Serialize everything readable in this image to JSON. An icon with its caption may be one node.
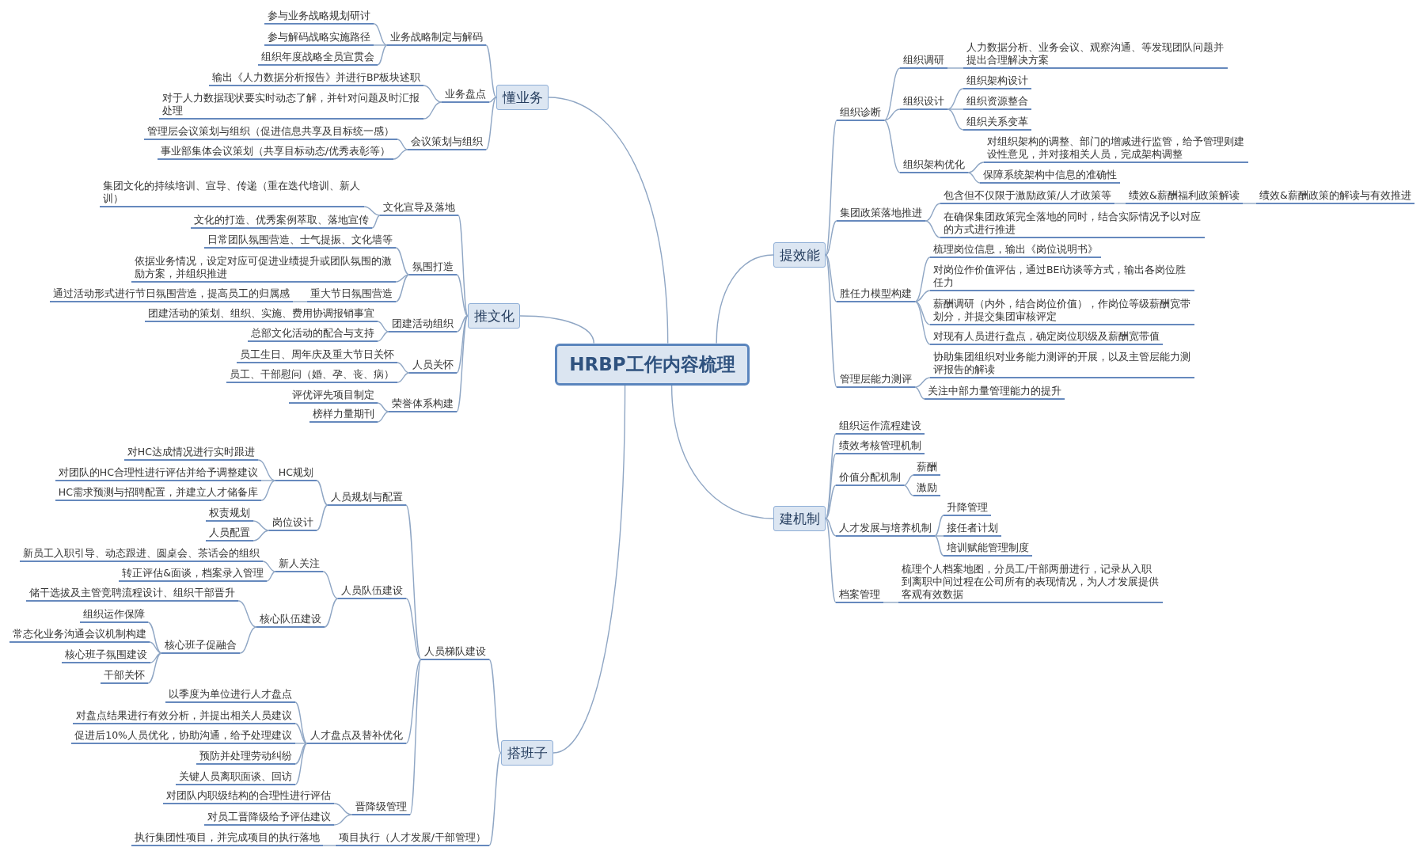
{
  "diagram": {
    "nodes": [
      {
        "text": [
          "HRBP工作内容梳理"
        ]
      },
      {
        "text": [
          "懂业务"
        ]
      },
      {
        "text": [
          "业务战略制定与解码"
        ]
      },
      {
        "text": [
          "参与业务战略规划研讨"
        ]
      },
      {
        "text": [
          "参与解码战略实施路径"
        ]
      },
      {
        "text": [
          "组织年度战略全员宣贯会"
        ]
      },
      {
        "text": [
          "业务盘点"
        ]
      },
      {
        "text": [
          "输出《人力数据分析报告》并进行BP板块述职"
        ]
      },
      {
        "text": [
          "对于人力数据现状要实时动态了解，并针对问题及时汇报处理"
        ]
      },
      {
        "text": [
          "会议策划与组织"
        ]
      },
      {
        "text": [
          "管理层会议策划与组织（促进信息共享及目标统一感）"
        ]
      },
      {
        "text": [
          "事业部集体会议策划（共享目标动态/优秀表彰等）"
        ]
      },
      {
        "text": [
          "推文化"
        ]
      },
      {
        "text": [
          "文化宣导及落地"
        ]
      },
      {
        "text": [
          "集团文化的持续培训、宣导、传递（重在迭代培训、新人训）"
        ]
      },
      {
        "text": [
          "文化的打造、优秀案例萃取、落地宣传"
        ]
      },
      {
        "text": [
          "氛围打造"
        ]
      },
      {
        "text": [
          "日常团队氛围营造、士气提振、文化墙等"
        ]
      },
      {
        "text": [
          "依据业务情况，设定对应可促进业绩提升或团队氛围的激励方案，并组织推进"
        ]
      },
      {
        "text": [
          "重大节日氛围营造"
        ]
      },
      {
        "text": [
          "通过活动形式进行节日氛围营造，提高员工的归属感"
        ]
      },
      {
        "text": [
          "团建活动组织"
        ]
      },
      {
        "text": [
          "团建活动的策划、组织、实施、费用协调报销事宜"
        ]
      },
      {
        "text": [
          "总部文化活动的配合与支持"
        ]
      },
      {
        "text": [
          "人员关怀"
        ]
      },
      {
        "text": [
          "员工生日、周年庆及重大节日关怀"
        ]
      },
      {
        "text": [
          "员工、干部慰问（婚、孕、丧、病）"
        ]
      },
      {
        "text": [
          "荣誉体系构建"
        ]
      },
      {
        "text": [
          "评优评先项目制定"
        ]
      },
      {
        "text": [
          "榜样力量期刊"
        ]
      },
      {
        "text": [
          "搭班子"
        ]
      },
      {
        "text": [
          "人员梯队建设"
        ]
      },
      {
        "text": [
          "人员规划与配置"
        ]
      },
      {
        "text": [
          "HC规划"
        ]
      },
      {
        "text": [
          "对HC达成情况进行实时跟进"
        ]
      },
      {
        "text": [
          "对团队的HC合理性进行评估并给予调整建议"
        ]
      },
      {
        "text": [
          "HC需求预测与招聘配置，并建立人才储备库"
        ]
      },
      {
        "text": [
          "岗位设计"
        ]
      },
      {
        "text": [
          "权责规划"
        ]
      },
      {
        "text": [
          "人员配置"
        ]
      },
      {
        "text": [
          "人员队伍建设"
        ]
      },
      {
        "text": [
          "新人关注"
        ]
      },
      {
        "text": [
          "新员工入职引导、动态跟进、圆桌会、茶话会的组织"
        ]
      },
      {
        "text": [
          "转正评估&面谈，档案录入管理"
        ]
      },
      {
        "text": [
          "核心队伍建设"
        ]
      },
      {
        "text": [
          "储干选拔及主管竞聘流程设计、组织干部晋升"
        ]
      },
      {
        "text": [
          "核心班子促融合"
        ]
      },
      {
        "text": [
          "组织运作保障"
        ]
      },
      {
        "text": [
          "常态化业务沟通会议机制构建"
        ]
      },
      {
        "text": [
          "核心班子氛围建设"
        ]
      },
      {
        "text": [
          "干部关怀"
        ]
      },
      {
        "text": [
          "人才盘点及替补优化"
        ]
      },
      {
        "text": [
          "以季度为单位进行人才盘点"
        ]
      },
      {
        "text": [
          "对盘点结果进行有效分析，并提出相关人员建议"
        ]
      },
      {
        "text": [
          "促进后10%人员优化，协助沟通，给予处理建议"
        ]
      },
      {
        "text": [
          "预防并处理劳动纠纷"
        ]
      },
      {
        "text": [
          "关键人员离职面谈、回访"
        ]
      },
      {
        "text": [
          "晋降级管理"
        ]
      },
      {
        "text": [
          "对团队内职级结构的合理性进行评估"
        ]
      },
      {
        "text": [
          "对员工晋降级给予评估建议"
        ]
      },
      {
        "text": [
          "项目执行（人才发展/干部管理）"
        ]
      },
      {
        "text": [
          "执行集团性项目，并完成项目的执行落地"
        ]
      },
      {
        "text": [
          "提效能"
        ]
      },
      {
        "text": [
          "组织诊断"
        ]
      },
      {
        "text": [
          "组织调研"
        ]
      },
      {
        "text": [
          "人力数据分析、业务会议、观察沟通、等发现团队问题并提出合理解决方案"
        ]
      },
      {
        "text": [
          "组织设计"
        ]
      },
      {
        "text": [
          "组织架构设计"
        ]
      },
      {
        "text": [
          "组织资源整合"
        ]
      },
      {
        "text": [
          "组织关系变革"
        ]
      },
      {
        "text": [
          "组织架构优化"
        ]
      },
      {
        "text": [
          "对组织架构的调整、部门的增减进行监管，给予管理则建设性意见，并对接相关人员，完成架构调整"
        ]
      },
      {
        "text": [
          "保障系统架构中信息的准确性"
        ]
      },
      {
        "text": [
          "集团政策落地推进"
        ]
      },
      {
        "text": [
          "包含但不仅限于激励政策/人才政策等"
        ]
      },
      {
        "text": [
          "绩效&薪酬福利政策解读"
        ]
      },
      {
        "text": [
          "绩效&薪酬政策的解读与有效推进"
        ]
      },
      {
        "text": [
          "在确保集团政策完全落地的同时，结合实际情况予以对应的方式进行推进"
        ]
      },
      {
        "text": [
          "胜任力模型构建"
        ]
      },
      {
        "text": [
          "梳理岗位信息，输出《岗位说明书》"
        ]
      },
      {
        "text": [
          "对岗位作价值评估，通过BEI访谈等方式，输出各岗位胜任力"
        ]
      },
      {
        "text": [
          "薪酬调研（内外，结合岗位价值），作岗位等级薪酬宽带划分，并提交集团审核评定"
        ]
      },
      {
        "text": [
          "对现有人员进行盘点，确定岗位职级及薪酬宽带值"
        ]
      },
      {
        "text": [
          "管理层能力测评"
        ]
      },
      {
        "text": [
          "协助集团组织对业务能力测评的开展，以及主管层能力测评报告的解读"
        ]
      },
      {
        "text": [
          "关注中部力量管理能力的提升"
        ]
      },
      {
        "text": [
          "建机制"
        ]
      },
      {
        "text": [
          "组织运作流程建设"
        ]
      },
      {
        "text": [
          "绩效考核管理机制"
        ]
      },
      {
        "text": [
          "价值分配机制"
        ]
      },
      {
        "text": [
          "薪酬"
        ]
      },
      {
        "text": [
          "激励"
        ]
      },
      {
        "text": [
          "人才发展与培养机制"
        ]
      },
      {
        "text": [
          "升降管理"
        ]
      },
      {
        "text": [
          "接任者计划"
        ]
      },
      {
        "text": [
          "培训赋能管理制度"
        ]
      },
      {
        "text": [
          "档案管理"
        ]
      },
      {
        "text": [
          "梳理个人档案地图，分员工/干部两册进行，记录从入职到离职中间过程在公司所有的表现情况，为人才发展提供客观有效数据"
        ]
      }
    ],
    "edges": [
      {
        "from": 0,
        "to": 1,
        "arrow": "none"
      },
      {
        "from": 1,
        "to": 2,
        "arrow": "none"
      },
      {
        "from": 2,
        "to": 3,
        "arrow": "none"
      },
      {
        "from": 2,
        "to": 4,
        "arrow": "none"
      },
      {
        "from": 2,
        "to": 5,
        "arrow": "none"
      },
      {
        "from": 1,
        "to": 6,
        "arrow": "none"
      },
      {
        "from": 6,
        "to": 7,
        "arrow": "none"
      },
      {
        "from": 6,
        "to": 8,
        "arrow": "none"
      },
      {
        "from": 1,
        "to": 9,
        "arrow": "none"
      },
      {
        "from": 9,
        "to": 10,
        "arrow": "none"
      },
      {
        "from": 9,
        "to": 11,
        "arrow": "none"
      },
      {
        "from": 0,
        "to": 12,
        "arrow": "none"
      },
      {
        "from": 12,
        "to": 13,
        "arrow": "none"
      },
      {
        "from": 13,
        "to": 14,
        "arrow": "none"
      },
      {
        "from": 13,
        "to": 15,
        "arrow": "none"
      },
      {
        "from": 12,
        "to": 16,
        "arrow": "none"
      },
      {
        "from": 16,
        "to": 17,
        "arrow": "none"
      },
      {
        "from": 16,
        "to": 18,
        "arrow": "none"
      },
      {
        "from": 16,
        "to": 19,
        "arrow": "none"
      },
      {
        "from": 19,
        "to": 20,
        "arrow": "none"
      },
      {
        "from": 12,
        "to": 21,
        "arrow": "none"
      },
      {
        "from": 21,
        "to": 22,
        "arrow": "none"
      },
      {
        "from": 21,
        "to": 23,
        "arrow": "none"
      },
      {
        "from": 12,
        "to": 24,
        "arrow": "none"
      },
      {
        "from": 24,
        "to": 25,
        "arrow": "none"
      },
      {
        "from": 24,
        "to": 26,
        "arrow": "none"
      },
      {
        "from": 12,
        "to": 27,
        "arrow": "none"
      },
      {
        "from": 27,
        "to": 28,
        "arrow": "none"
      },
      {
        "from": 27,
        "to": 29,
        "arrow": "none"
      },
      {
        "from": 0,
        "to": 30,
        "arrow": "none"
      },
      {
        "from": 30,
        "to": 31,
        "arrow": "none"
      },
      {
        "from": 31,
        "to": 32,
        "arrow": "none"
      },
      {
        "from": 32,
        "to": 33,
        "arrow": "none"
      },
      {
        "from": 33,
        "to": 34,
        "arrow": "none"
      },
      {
        "from": 33,
        "to": 35,
        "arrow": "none"
      },
      {
        "from": 33,
        "to": 36,
        "arrow": "none"
      },
      {
        "from": 32,
        "to": 37,
        "arrow": "none"
      },
      {
        "from": 37,
        "to": 38,
        "arrow": "none"
      },
      {
        "from": 37,
        "to": 39,
        "arrow": "none"
      },
      {
        "from": 31,
        "to": 40,
        "arrow": "none"
      },
      {
        "from": 40,
        "to": 41,
        "arrow": "none"
      },
      {
        "from": 41,
        "to": 42,
        "arrow": "none"
      },
      {
        "from": 41,
        "to": 43,
        "arrow": "none"
      },
      {
        "from": 40,
        "to": 44,
        "arrow": "none"
      },
      {
        "from": 44,
        "to": 45,
        "arrow": "none"
      },
      {
        "from": 44,
        "to": 46,
        "arrow": "none"
      },
      {
        "from": 46,
        "to": 47,
        "arrow": "none"
      },
      {
        "from": 46,
        "to": 48,
        "arrow": "none"
      },
      {
        "from": 46,
        "to": 49,
        "arrow": "none"
      },
      {
        "from": 46,
        "to": 50,
        "arrow": "none"
      },
      {
        "from": 31,
        "to": 51,
        "arrow": "none"
      },
      {
        "from": 51,
        "to": 52,
        "arrow": "none"
      },
      {
        "from": 51,
        "to": 53,
        "arrow": "none"
      },
      {
        "from": 51,
        "to": 54,
        "arrow": "none"
      },
      {
        "from": 51,
        "to": 55,
        "arrow": "none"
      },
      {
        "from": 51,
        "to": 56,
        "arrow": "none"
      },
      {
        "from": 31,
        "to": 57,
        "arrow": "none"
      },
      {
        "from": 57,
        "to": 58,
        "arrow": "none"
      },
      {
        "from": 57,
        "to": 59,
        "arrow": "none"
      },
      {
        "from": 30,
        "to": 60,
        "arrow": "none"
      },
      {
        "from": 60,
        "to": 61,
        "arrow": "none"
      },
      {
        "from": 0,
        "to": 62,
        "arrow": "none"
      },
      {
        "from": 62,
        "to": 63,
        "arrow": "none"
      },
      {
        "from": 63,
        "to": 64,
        "arrow": "none"
      },
      {
        "from": 64,
        "to": 65,
        "arrow": "none"
      },
      {
        "from": 63,
        "to": 66,
        "arrow": "none"
      },
      {
        "from": 66,
        "to": 67,
        "arrow": "none"
      },
      {
        "from": 66,
        "to": 68,
        "arrow": "none"
      },
      {
        "from": 66,
        "to": 69,
        "arrow": "none"
      },
      {
        "from": 63,
        "to": 70,
        "arrow": "none"
      },
      {
        "from": 70,
        "to": 71,
        "arrow": "none"
      },
      {
        "from": 70,
        "to": 72,
        "arrow": "none"
      },
      {
        "from": 62,
        "to": 73,
        "arrow": "none"
      },
      {
        "from": 73,
        "to": 74,
        "arrow": "none"
      },
      {
        "from": 74,
        "to": 75,
        "arrow": "none"
      },
      {
        "from": 75,
        "to": 76,
        "arrow": "none"
      },
      {
        "from": 73,
        "to": 77,
        "arrow": "none"
      },
      {
        "from": 62,
        "to": 78,
        "arrow": "none"
      },
      {
        "from": 78,
        "to": 79,
        "arrow": "none"
      },
      {
        "from": 78,
        "to": 80,
        "arrow": "none"
      },
      {
        "from": 78,
        "to": 81,
        "arrow": "none"
      },
      {
        "from": 78,
        "to": 82,
        "arrow": "none"
      },
      {
        "from": 62,
        "to": 83,
        "arrow": "none"
      },
      {
        "from": 83,
        "to": 84,
        "arrow": "none"
      },
      {
        "from": 83,
        "to": 85,
        "arrow": "none"
      },
      {
        "from": 0,
        "to": 86,
        "arrow": "none"
      },
      {
        "from": 86,
        "to": 87,
        "arrow": "none"
      },
      {
        "from": 86,
        "to": 88,
        "arrow": "none"
      },
      {
        "from": 86,
        "to": 89,
        "arrow": "none"
      },
      {
        "from": 89,
        "to": 90,
        "arrow": "none"
      },
      {
        "from": 89,
        "to": 91,
        "arrow": "none"
      },
      {
        "from": 86,
        "to": 92,
        "arrow": "none"
      },
      {
        "from": 92,
        "to": 93,
        "arrow": "none"
      },
      {
        "from": 92,
        "to": 94,
        "arrow": "none"
      },
      {
        "from": 92,
        "to": 95,
        "arrow": "none"
      },
      {
        "from": 86,
        "to": 96,
        "arrow": "none"
      },
      {
        "from": 96,
        "to": 97,
        "arrow": "none"
      }
    ]
  }
}
